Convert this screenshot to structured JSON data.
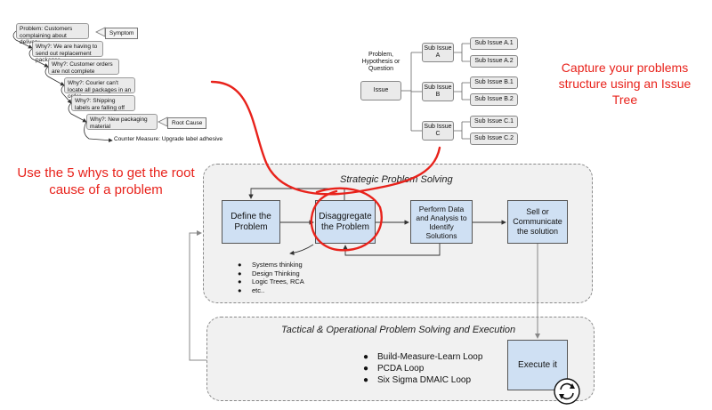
{
  "five_whys": {
    "problem": "Problem: Customers complaining about delivery",
    "whys": [
      "Why?: We are having to send out replacement packages",
      "Why?: Customer orders are not complete",
      "Why?: Courier can't locate all packages in an order",
      "Why?: Shipping labels are falling off",
      "Why?: New packaging material"
    ],
    "symptom_label": "Symptom",
    "root_cause_label": "Root Cause",
    "counter_measure": "Counter Measure: Upgrade label adhesive"
  },
  "issue_tree": {
    "header": "Problem, Hypothesis or Question",
    "root": "Issue",
    "branches": [
      {
        "label": "Sub Issue A",
        "leaves": [
          "Sub Issue A.1",
          "Sub Issue A.2"
        ]
      },
      {
        "label": "Sub Issue B",
        "leaves": [
          "Sub Issue B.1",
          "Sub Issue B.2"
        ]
      },
      {
        "label": "Sub Issue C",
        "leaves": [
          "Sub Issue C.1",
          "Sub Issue C.2"
        ]
      }
    ]
  },
  "annotations": {
    "left": "Use the 5 whys to get the root cause of a problem",
    "right": "Capture your problems structure using an Issue Tree",
    "color": "#e8221b"
  },
  "strategic": {
    "title": "Strategic Problem Solving",
    "steps": [
      "Define the Problem",
      "Disaggregate the Problem",
      "Perform Data and Analysis to Identify Solutions",
      "Sell or Communicate the solution"
    ],
    "methods": [
      "Systems thinking",
      "Design Thinking",
      "Logic Trees, RCA",
      "etc.."
    ]
  },
  "tactical": {
    "title": "Tactical & Operational Problem Solving and Execution",
    "loops": [
      "Build-Measure-Learn Loop",
      "PCDA Loop",
      "Six Sigma DMAIC Loop"
    ],
    "execute": "Execute it",
    "icon": "cycle-arrows-icon"
  },
  "colors": {
    "box_fill": "#cfe0f3",
    "panel_fill": "#f1f1f1"
  }
}
